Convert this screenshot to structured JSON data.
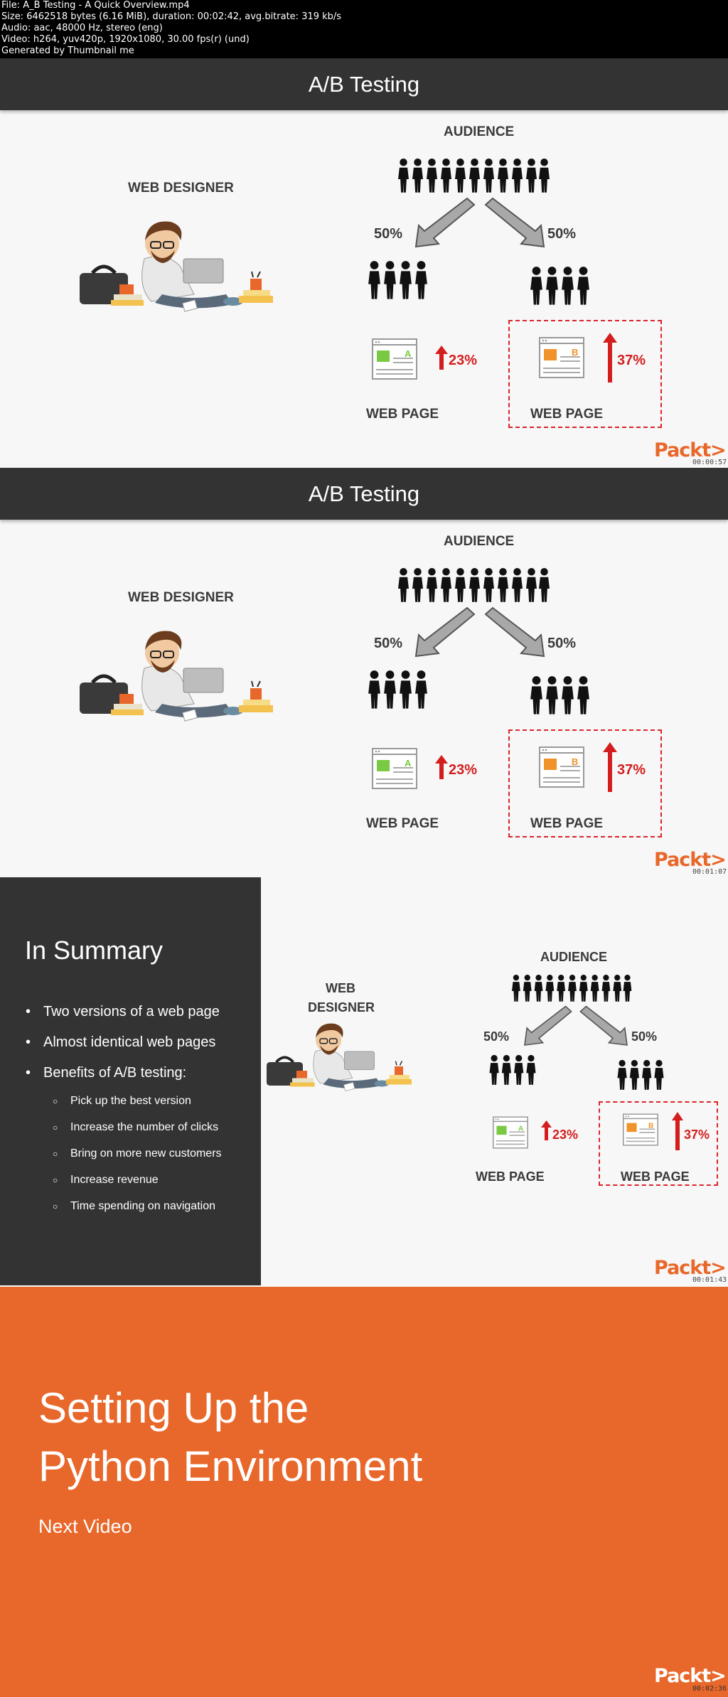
{
  "file_info": {
    "line1": "File: A_B Testing - A Quick Overview.mp4",
    "line2": "Size: 6462518 bytes (6.16 MiB), duration: 00:02:42, avg.bitrate: 319 kb/s",
    "line3": "Audio: aac, 48000 Hz, stereo (eng)",
    "line4": "Video: h264, yuv420p, 1920x1080, 30.00 fps(r) (und)",
    "line5": "Generated by Thumbnail me"
  },
  "slide1": {
    "title": "A/B Testing",
    "audience": "AUDIENCE",
    "designer": "WEB DESIGNER",
    "left_split": "50%",
    "right_split": "50%",
    "page_a_pct": "23%",
    "page_b_pct": "37%",
    "page_a_label": "WEB PAGE",
    "page_b_label": "WEB PAGE",
    "logo": "Packt>",
    "timestamp": "00:00:57"
  },
  "slide2": {
    "title": "A/B Testing",
    "audience": "AUDIENCE",
    "designer": "WEB DESIGNER",
    "left_split": "50%",
    "right_split": "50%",
    "page_a_pct": "23%",
    "page_b_pct": "37%",
    "page_a_label": "WEB PAGE",
    "page_b_label": "WEB PAGE",
    "logo": "Packt>",
    "timestamp": "00:01:07"
  },
  "slide3": {
    "heading": "In Summary",
    "bullets": [
      "Two versions of a web page",
      "Almost identical web pages",
      "Benefits of A/B testing:"
    ],
    "subbullets": [
      "Pick up the best version",
      "Increase the number of clicks",
      "Bring on more new customers",
      "Increase revenue",
      "Time spending on navigation"
    ],
    "audience": "AUDIENCE",
    "designer_line1": "WEB",
    "designer_line2": "DESIGNER",
    "left_split": "50%",
    "right_split": "50%",
    "page_a_pct": "23%",
    "page_b_pct": "37%",
    "page_a_label": "WEB PAGE",
    "page_b_label": "WEB PAGE",
    "logo": "Packt>",
    "timestamp": "00:01:43"
  },
  "slide4": {
    "title_line1": "Setting Up the",
    "title_line2": "Python Environment",
    "subtitle": "Next Video",
    "logo": "Packt>",
    "timestamp": "00:02:36"
  },
  "colors": {
    "accent_orange": "#e8672a",
    "title_bar": "#333333",
    "arrow_red": "#d41e1e",
    "version_a_green": "#7ac943",
    "version_b_orange": "#f0932b"
  }
}
